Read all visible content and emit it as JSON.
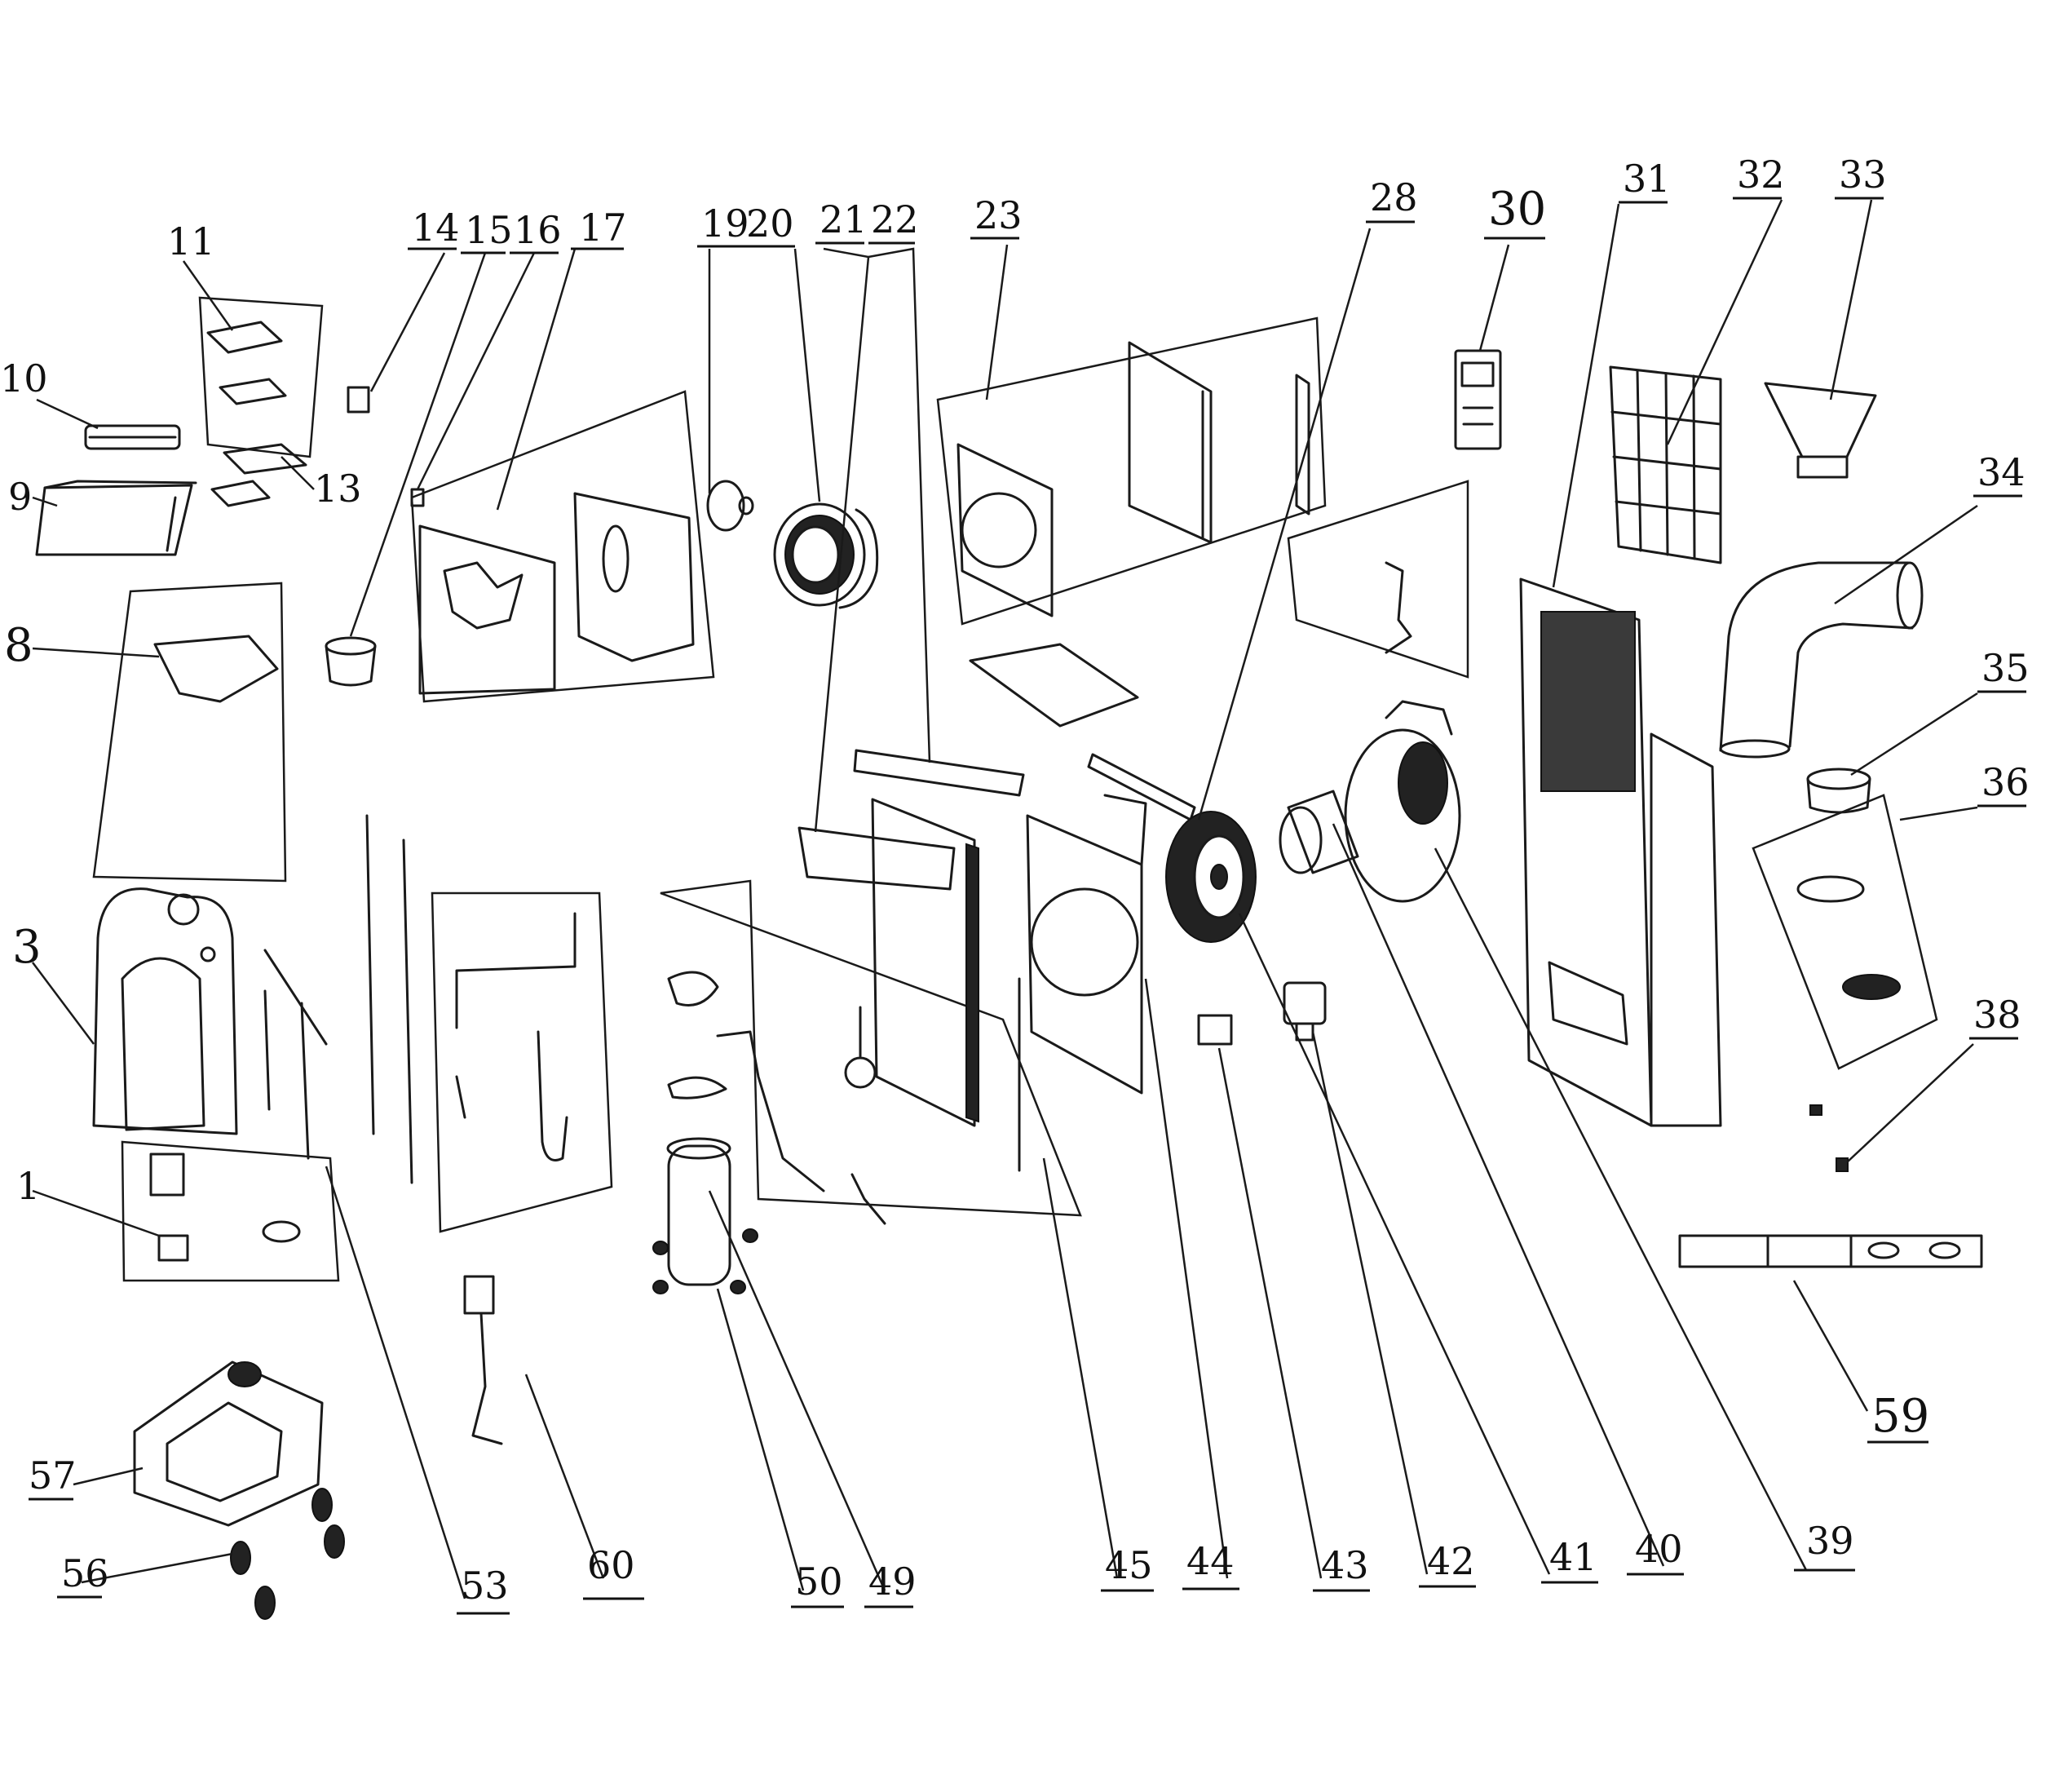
{
  "callouts": [
    {
      "id": "c1",
      "text": "1"
    },
    {
      "id": "c3",
      "text": "3"
    },
    {
      "id": "c8",
      "text": "8"
    },
    {
      "id": "c9",
      "text": "9"
    },
    {
      "id": "c10",
      "text": "10"
    },
    {
      "id": "c11",
      "text": "11"
    },
    {
      "id": "c13",
      "text": "13"
    },
    {
      "id": "c14",
      "text": "14"
    },
    {
      "id": "c15",
      "text": "15"
    },
    {
      "id": "c16",
      "text": "16"
    },
    {
      "id": "c17",
      "text": "17"
    },
    {
      "id": "c19",
      "text": "19"
    },
    {
      "id": "c20",
      "text": "20"
    },
    {
      "id": "c21",
      "text": "21"
    },
    {
      "id": "c22",
      "text": "22"
    },
    {
      "id": "c23",
      "text": "23"
    },
    {
      "id": "c28",
      "text": "28"
    },
    {
      "id": "c30",
      "text": "30"
    },
    {
      "id": "c31",
      "text": "31"
    },
    {
      "id": "c32",
      "text": "32"
    },
    {
      "id": "c33",
      "text": "33"
    },
    {
      "id": "c34",
      "text": "34"
    },
    {
      "id": "c35",
      "text": "35"
    },
    {
      "id": "c36",
      "text": "36"
    },
    {
      "id": "c38",
      "text": "38"
    },
    {
      "id": "c39",
      "text": "39"
    },
    {
      "id": "c40",
      "text": "40"
    },
    {
      "id": "c41",
      "text": "41"
    },
    {
      "id": "c42",
      "text": "42"
    },
    {
      "id": "c43",
      "text": "43"
    },
    {
      "id": "c44",
      "text": "44"
    },
    {
      "id": "c45",
      "text": "45"
    },
    {
      "id": "c49",
      "text": "49"
    },
    {
      "id": "c50",
      "text": "50"
    },
    {
      "id": "c53",
      "text": "53"
    },
    {
      "id": "c56",
      "text": "56"
    },
    {
      "id": "c57",
      "text": "57"
    },
    {
      "id": "c59",
      "text": "59"
    },
    {
      "id": "c60",
      "text": "60"
    }
  ]
}
